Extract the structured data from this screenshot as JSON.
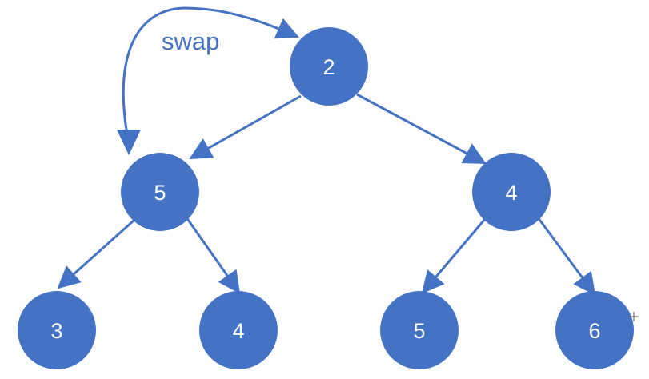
{
  "diagram": {
    "colors": {
      "node_fill": "#4472C4",
      "node_text": "#ffffff",
      "edge": "#4472C4",
      "annotation": "#4472C4"
    },
    "nodes": [
      {
        "id": "root",
        "value": "2"
      },
      {
        "id": "left",
        "value": "5"
      },
      {
        "id": "right",
        "value": "4"
      },
      {
        "id": "left-left",
        "value": "3"
      },
      {
        "id": "left-right",
        "value": "4"
      },
      {
        "id": "right-left",
        "value": "5"
      },
      {
        "id": "right-right",
        "value": "6"
      }
    ],
    "edges": [
      {
        "from": "root",
        "to": "left"
      },
      {
        "from": "root",
        "to": "right"
      },
      {
        "from": "left",
        "to": "left-left"
      },
      {
        "from": "left",
        "to": "left-right"
      },
      {
        "from": "right",
        "to": "right-left"
      },
      {
        "from": "right",
        "to": "right-right"
      }
    ],
    "swap": {
      "label": "swap",
      "between": [
        "left",
        "root"
      ]
    }
  }
}
